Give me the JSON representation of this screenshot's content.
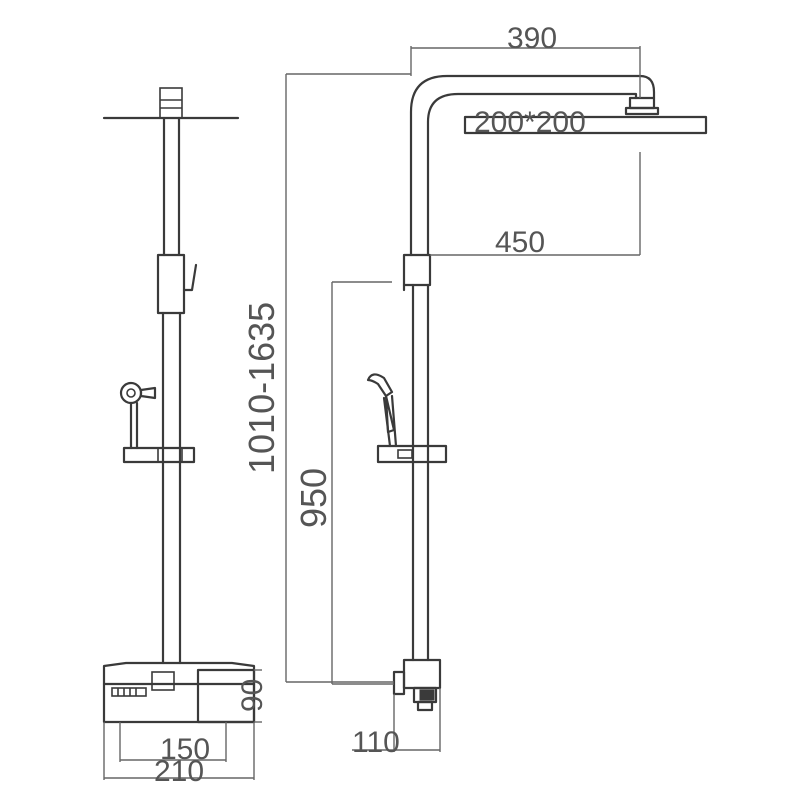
{
  "dimensions": {
    "overall_reach": "390",
    "head_size": "200*200",
    "arm_height": "450",
    "height_range": "1010-1635",
    "slide_height": "950",
    "mixer_height": "90",
    "mixer_width_inner": "150",
    "mixer_width_outer": "210",
    "wall_offset": "110"
  }
}
